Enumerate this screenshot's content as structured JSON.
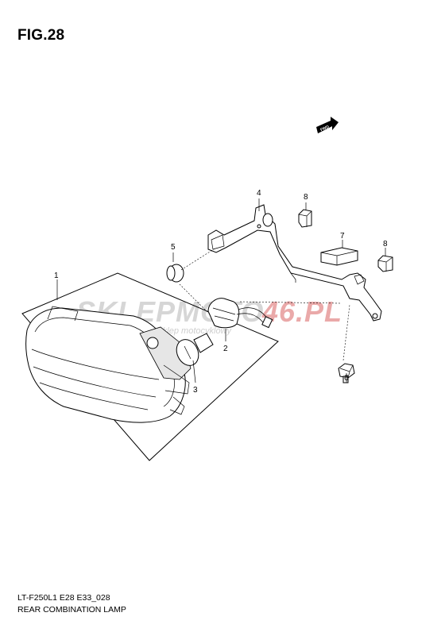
{
  "figure": {
    "title": "FIG.28",
    "code": "LT-F250L1 E28 E33_028",
    "caption": "REAR COMBINATION LAMP"
  },
  "fwd_label": "FWD",
  "watermark": {
    "brand_gray": "SKLEPMOTO",
    "brand_red": "46.PL",
    "tagline": "internetowy sklep motocyklowy",
    "colors": {
      "gray": "#d2d2d2",
      "red": "#e8a0a0"
    }
  },
  "callouts": [
    {
      "id": "1",
      "label": "1"
    },
    {
      "id": "2",
      "label": "2"
    },
    {
      "id": "3",
      "label": "3"
    },
    {
      "id": "4",
      "label": "4"
    },
    {
      "id": "5",
      "label": "5"
    },
    {
      "id": "6",
      "label": "6"
    },
    {
      "id": "7",
      "label": "7"
    },
    {
      "id": "8a",
      "label": "8"
    },
    {
      "id": "8b",
      "label": "8"
    }
  ]
}
